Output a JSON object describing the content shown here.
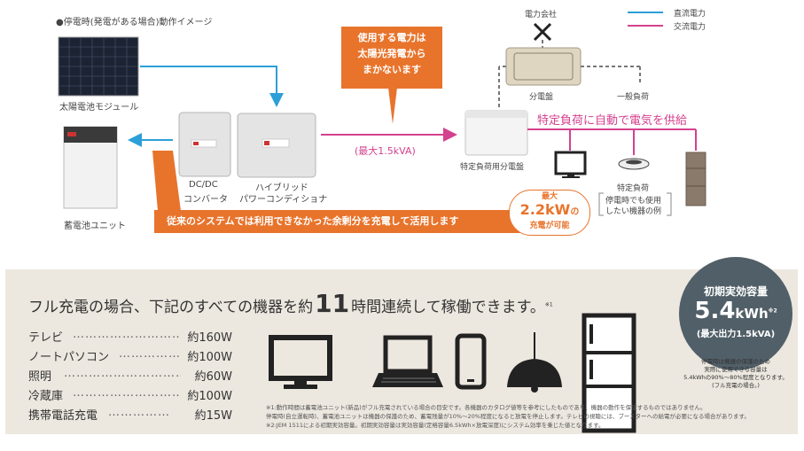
{
  "header": {
    "caption": "●停電時(発電がある場合)動作イメージ"
  },
  "legend": {
    "dc": {
      "label": "直流電力",
      "color": "#2b9fd8"
    },
    "ac": {
      "label": "交流電力",
      "color": "#d4418e"
    }
  },
  "labels": {
    "solar": "太陽電池モジュール",
    "battery": "蓄電池ユニット",
    "dcdc_line1": "DC/DC",
    "dcdc_line2": "コンバータ",
    "pcs_line1": "ハイブリッド",
    "pcs_line2": "パワーコンディショナ",
    "power_company": "電力会社",
    "distribution_panel": "分電盤",
    "general_load": "一般負荷",
    "specific_panel": "特定負荷用分電盤",
    "specific_load": "特定負荷",
    "supply_text": "特定負荷に自動で電気を供給",
    "max_output": "(最大1.5kVA)",
    "example_line1": "停電時でも使用",
    "example_line2": "したい機器の例"
  },
  "callouts": {
    "top_line1": "使用する電力は",
    "top_line2": "太陽光発電から",
    "top_line3": "まかないます",
    "bottom": "従来のシステムでは利用できなかった余剰分を充電して活用します",
    "charge_line1": "最大",
    "charge_value": "2.2kW",
    "charge_unit": "の",
    "charge_line3": "充電が可能"
  },
  "panel": {
    "headline_pre": "フル充電の場合、下記のすべての機器を約",
    "headline_num": "11",
    "headline_post": "時間連続して稼働できます。",
    "headline_sup": "※1",
    "appliances": [
      {
        "name": "テレビ",
        "value": "約160W"
      },
      {
        "name": "ノートパソコン",
        "value": "約100W"
      },
      {
        "name": "照明",
        "value": "約60W"
      },
      {
        "name": "冷蔵庫",
        "value": "約100W"
      },
      {
        "name": "携帯電話充電",
        "value": "約15W"
      }
    ],
    "notes": [
      "※1:動作時間は蓄電池ユニット(新品)がフル充電されている場合の目安です。各機器のカタログ値等を参考にしたものであり、機器の動作を保証するものではありません。",
      "停電時(自立運転時)、蓄電池ユニットは機器の保護のため、蓄電残量が10%〜20%程度になると放電を停止します。テレビの視聴には、ブースターへの給電が必要になる場合があります。",
      "※2:JEM 1511による初期実効容量。初期実効容量は実効容量(定格容量6.5kWh×放電深度)にシステム効率を乗じた値となります。"
    ]
  },
  "badge": {
    "title": "初期実効容量",
    "value": "5.4",
    "unit": "kWh",
    "sup": "※2",
    "sub": "(最大出力1.5kVA)",
    "note_line1": "停電時は機器の保護のため",
    "note_line2": "実際に使用できる容量は",
    "note_line3": "5.4kWhの90%〜80%程度となります。",
    "note_line4": "(フル充電の場合。)"
  }
}
